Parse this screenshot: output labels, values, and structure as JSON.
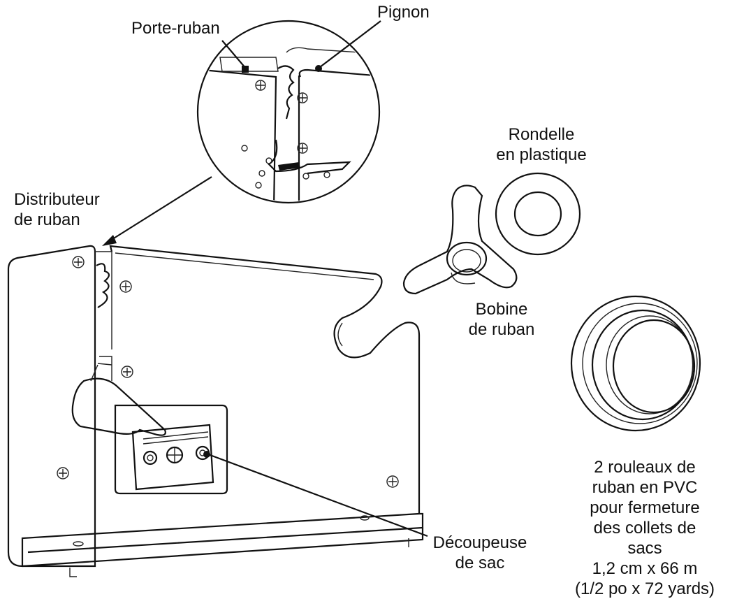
{
  "labels": {
    "tape_holder": "Porte-ruban",
    "sprocket": "Pignon",
    "dispenser_line1": "Distributeur",
    "dispenser_line2": "de ruban",
    "washer_line1": "Rondelle",
    "washer_line2": "en plastique",
    "spool_line1": "Bobine",
    "spool_line2": "de ruban",
    "cutter_line1": "Découpeuse",
    "cutter_line2": "de sac",
    "rolls_line1": "2 rouleaux de",
    "rolls_line2": "ruban en PVC",
    "rolls_line3": "pour fermeture",
    "rolls_line4": "des collets de",
    "rolls_line5": "sacs",
    "rolls_line6": "1,2 cm x 66 m",
    "rolls_line7": "(1/2 po x 72 yards)"
  }
}
